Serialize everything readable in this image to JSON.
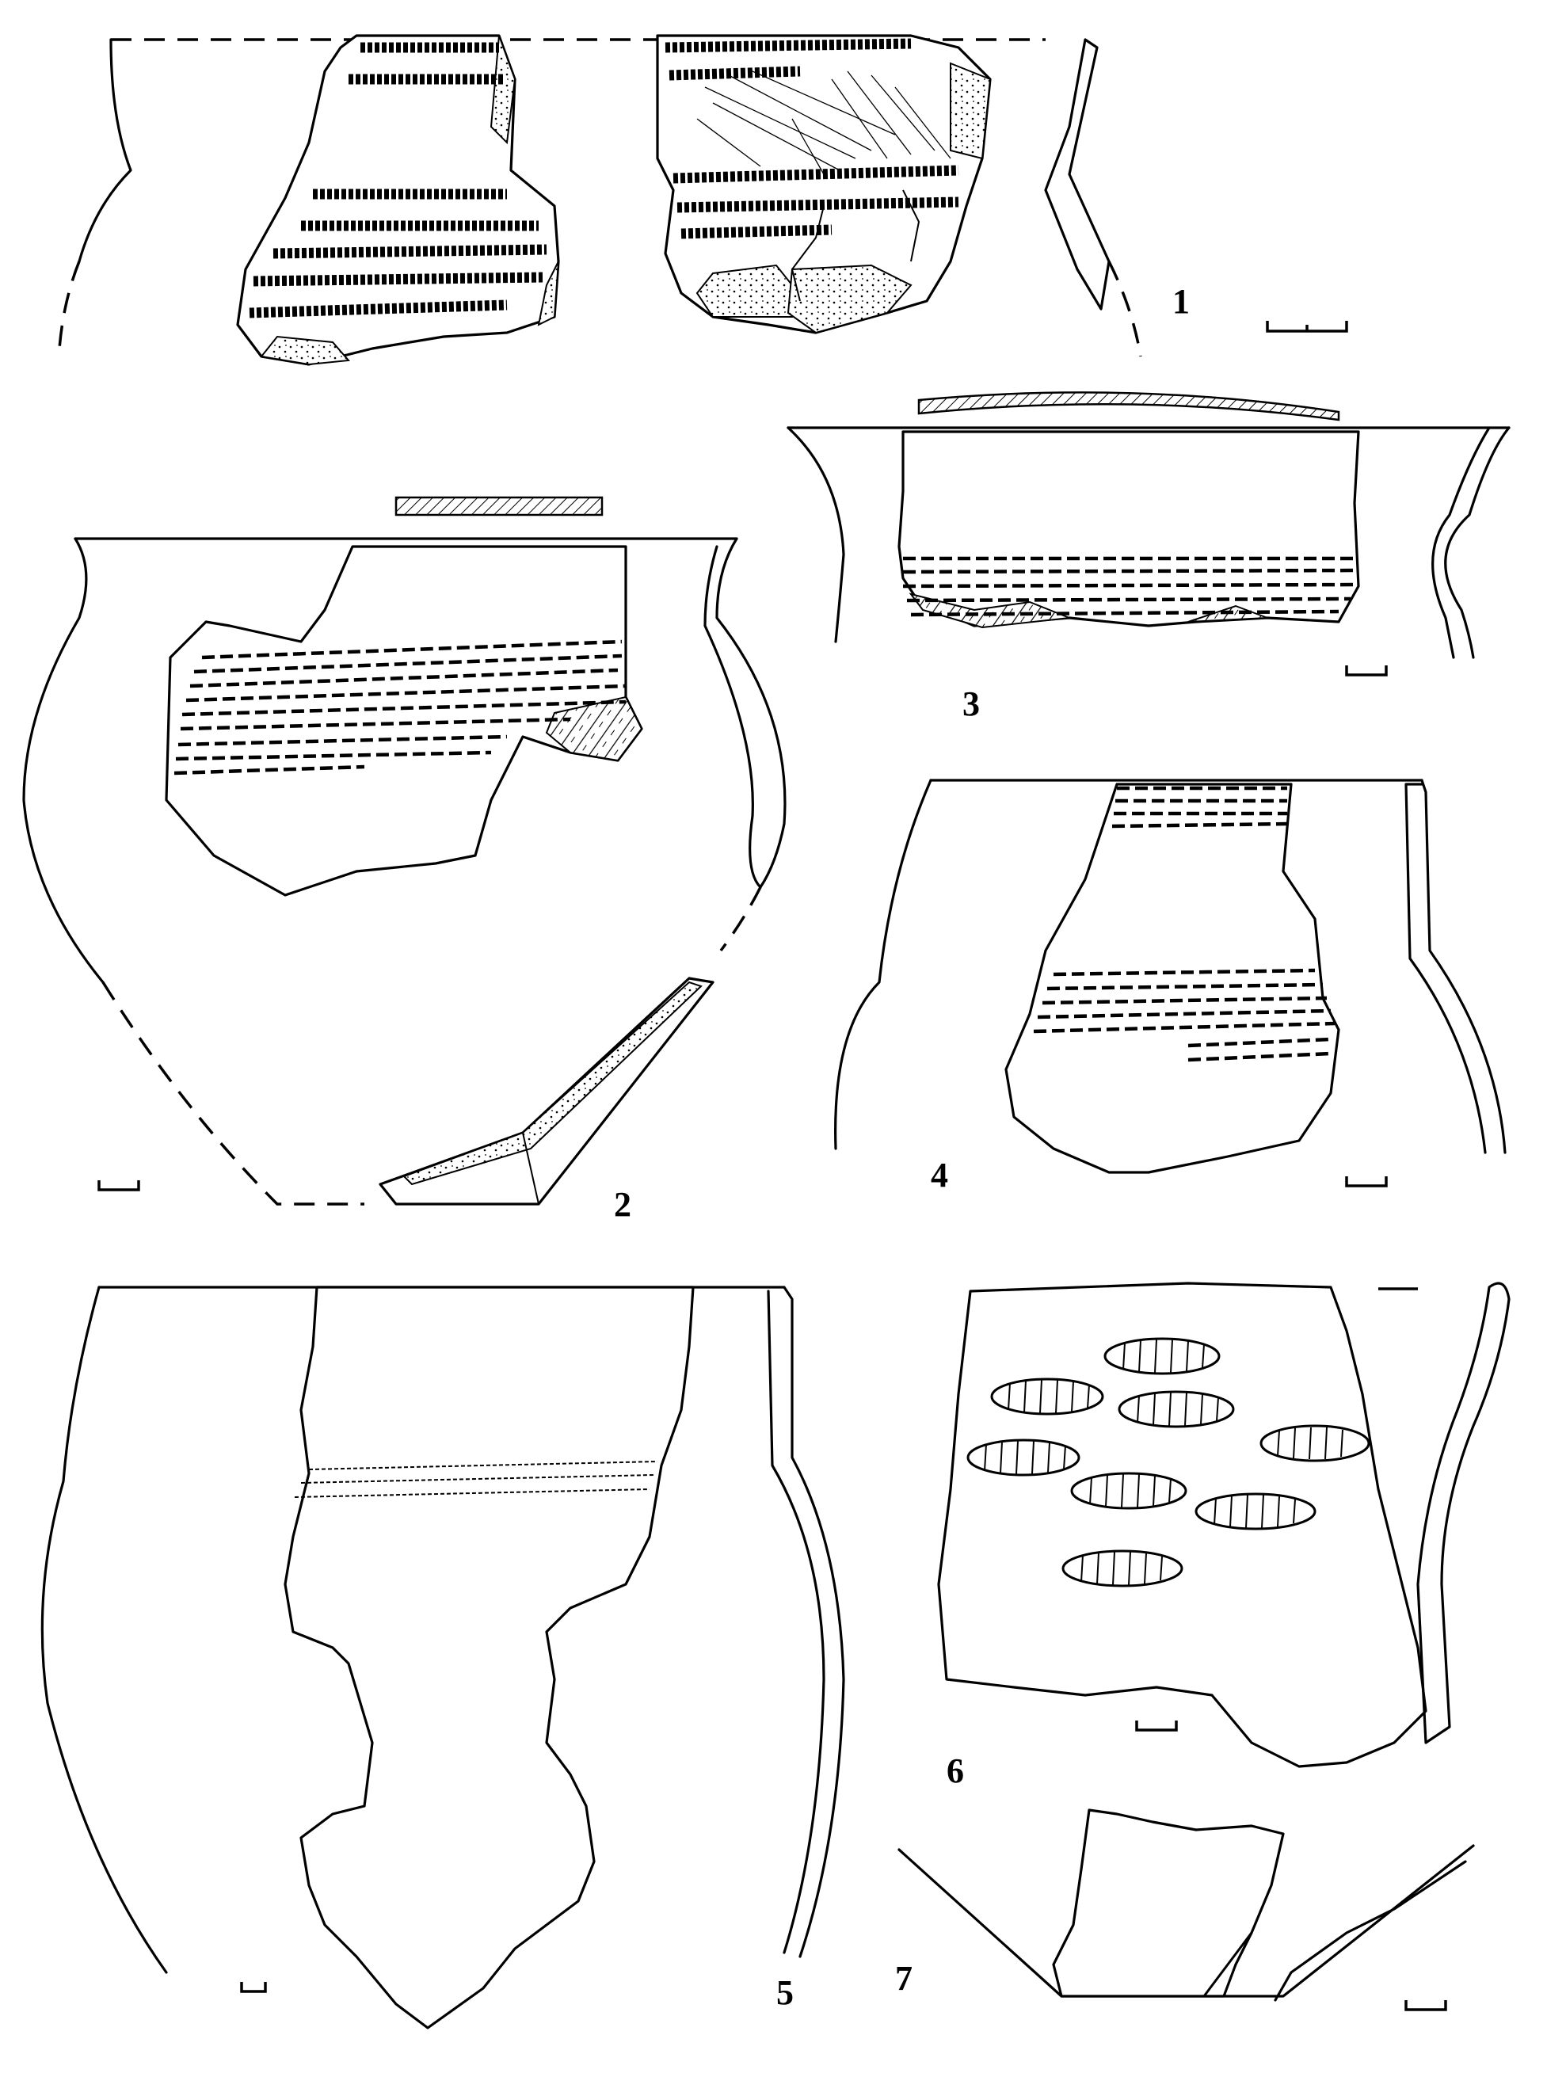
{
  "figures": [
    {
      "id": "vessel-1",
      "label": "1"
    },
    {
      "id": "vessel-2",
      "label": "2"
    },
    {
      "id": "vessel-3",
      "label": "3"
    },
    {
      "id": "vessel-4",
      "label": "4"
    },
    {
      "id": "vessel-5",
      "label": "5"
    },
    {
      "id": "vessel-6",
      "label": "6"
    },
    {
      "id": "vessel-7",
      "label": "7"
    }
  ],
  "colors": {
    "ink": "#000000",
    "paper": "#ffffff",
    "stipple": "#e8e8e8"
  }
}
